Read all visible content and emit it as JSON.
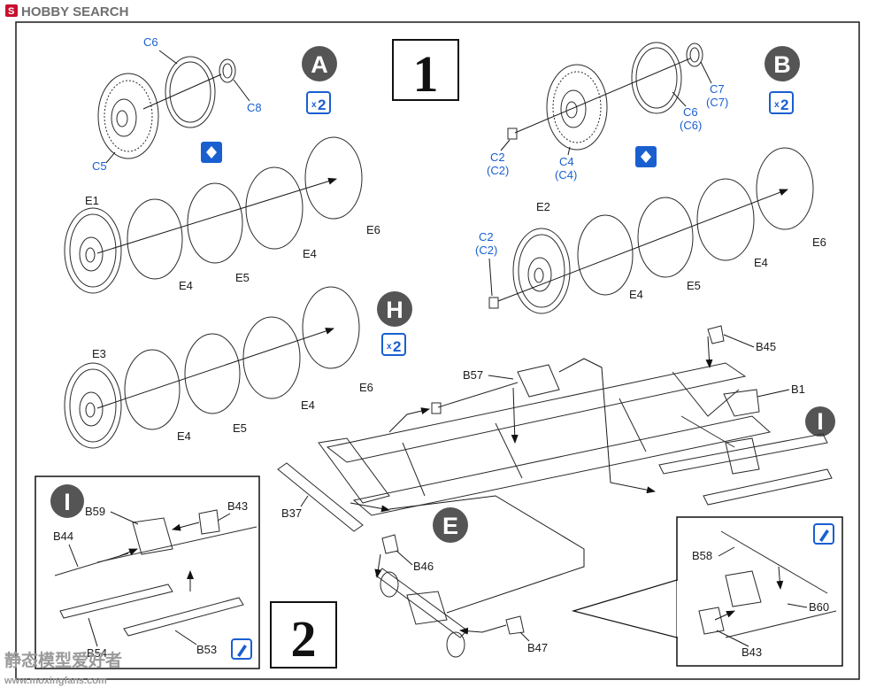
{
  "brand": {
    "logo_text": "HOBBY SEARCH"
  },
  "steps": [
    {
      "number": "1"
    },
    {
      "number": "2"
    }
  ],
  "groups": [
    {
      "letter": "A",
      "multiplier": "2"
    },
    {
      "letter": "B",
      "multiplier": "2"
    },
    {
      "letter": "H",
      "multiplier": "2"
    },
    {
      "letter": "I"
    },
    {
      "letter": "E"
    },
    {
      "letter": "I"
    }
  ],
  "multiplier_prefix": "x",
  "labels": {
    "c6_a": "C6",
    "c8": "C8",
    "c5": "C5",
    "c7": "C7",
    "c7p": "(C7)",
    "c6_b": "C6",
    "c6p": "(C6)",
    "c2_top": "C2",
    "c2p_top": "(C2)",
    "c4": "C4",
    "c4p": "(C4)",
    "c2_mid": "C2",
    "c2p_mid": "(C2)",
    "e1": "E1",
    "e4_a": "E4",
    "e5_a": "E5",
    "e4b_a": "E4",
    "e6_a": "E6",
    "e2": "E2",
    "e4_b": "E4",
    "e5_b": "E5",
    "e4b_b": "E4",
    "e6_b": "E6",
    "e3": "E3",
    "e4_c": "E4",
    "e5_c": "E5",
    "e4b_c": "E4",
    "e6_c": "E6",
    "b45": "B45",
    "b57": "B57",
    "b1": "B1",
    "b37": "B37",
    "b46": "B46",
    "b47": "B47",
    "b59": "B59",
    "b43_l": "B43",
    "b44": "B44",
    "b54": "B54",
    "b53": "B53",
    "b58": "B58",
    "b60": "B60",
    "b43_r": "B43"
  },
  "watermark": {
    "cn": "静态模型爱好者",
    "url": "www.moxingfans.com"
  },
  "colors": {
    "accent": "#1a5fd0",
    "circle": "#555555",
    "ink": "#1a1a1a"
  }
}
